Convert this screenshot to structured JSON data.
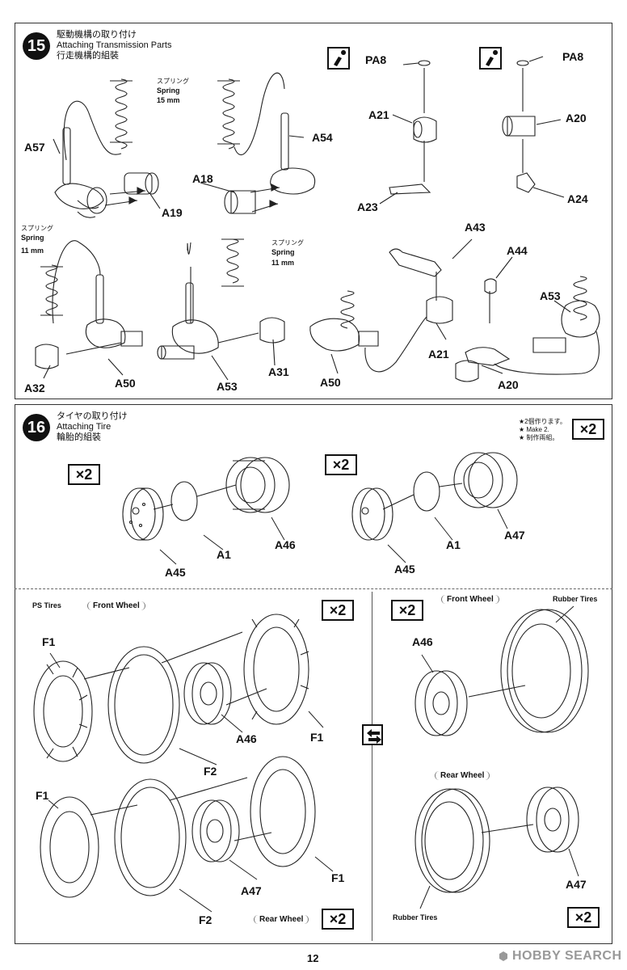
{
  "step15": {
    "number": "15",
    "title_jp": "駆動機構の取り付け",
    "title_en": "Attaching Transmission Parts",
    "title_cn": "行走機構的組裝",
    "spring_top_jp": "スプリング",
    "spring_top_en": "Spring",
    "spring_top_size": "15  mm",
    "spring_left_jp": "スプリング",
    "spring_left_en": "Spring",
    "spring_left_size": "11  mm",
    "spring_mid_jp": "スプリング",
    "spring_mid_en": "Spring",
    "spring_mid_size": "11  mm",
    "parts": {
      "a57": "A57",
      "a19": "A19",
      "a18": "A18",
      "a54": "A54",
      "pa8_left": "PA8",
      "pa8_right": "PA8",
      "a21_top": "A21",
      "a23": "A23",
      "a20_top": "A20",
      "a24": "A24",
      "a43": "A43",
      "a44": "A44",
      "a53_right": "A53",
      "a32": "A32",
      "a50_left": "A50",
      "a53_mid": "A53",
      "a31": "A31",
      "a50_right": "A50",
      "a21_bottom": "A21",
      "a20_bottom": "A20"
    }
  },
  "step16": {
    "number": "16",
    "title_jp": "タイヤの取り付け",
    "title_en": "Attaching Tire",
    "title_cn": "輪胎的組裝",
    "note_jp": "★2個作ります。",
    "note_en": "★ Make 2.",
    "note_cn": "★ 制作兩組。",
    "multiplier": "×2",
    "top_left": {
      "multiplier": "×2",
      "a1": "A1",
      "a45": "A45",
      "a46": "A46"
    },
    "top_right": {
      "multiplier": "×2",
      "a1": "A1",
      "a45": "A45",
      "a47": "A47"
    },
    "ps_tires": {
      "heading": "PS  Tires",
      "front_wheel": "Front Wheel",
      "rear_wheel": "Rear Wheel",
      "multiplier_top": "×2",
      "multiplier_bottom": "×2",
      "f1_a": "F1",
      "f1_b": "F1",
      "f2_a": "F2",
      "a46": "A46",
      "f1_c": "F1",
      "f1_d": "F1",
      "f2_b": "F2",
      "a47": "A47"
    },
    "rubber_tires": {
      "front_wheel": "Front Wheel",
      "rear_wheel": "Rear Wheel",
      "label_top": "Rubber Tires",
      "label_bottom": "Rubber Tires",
      "multiplier_top": "×2",
      "multiplier_bottom": "×2",
      "a46": "A46",
      "a47": "A47"
    }
  },
  "footer": {
    "page_number": "12",
    "watermark": "HOBBY SEARCH"
  },
  "icons": [
    "glue-icon",
    "swap-arrows-icon",
    "watermark-logo-icon"
  ]
}
